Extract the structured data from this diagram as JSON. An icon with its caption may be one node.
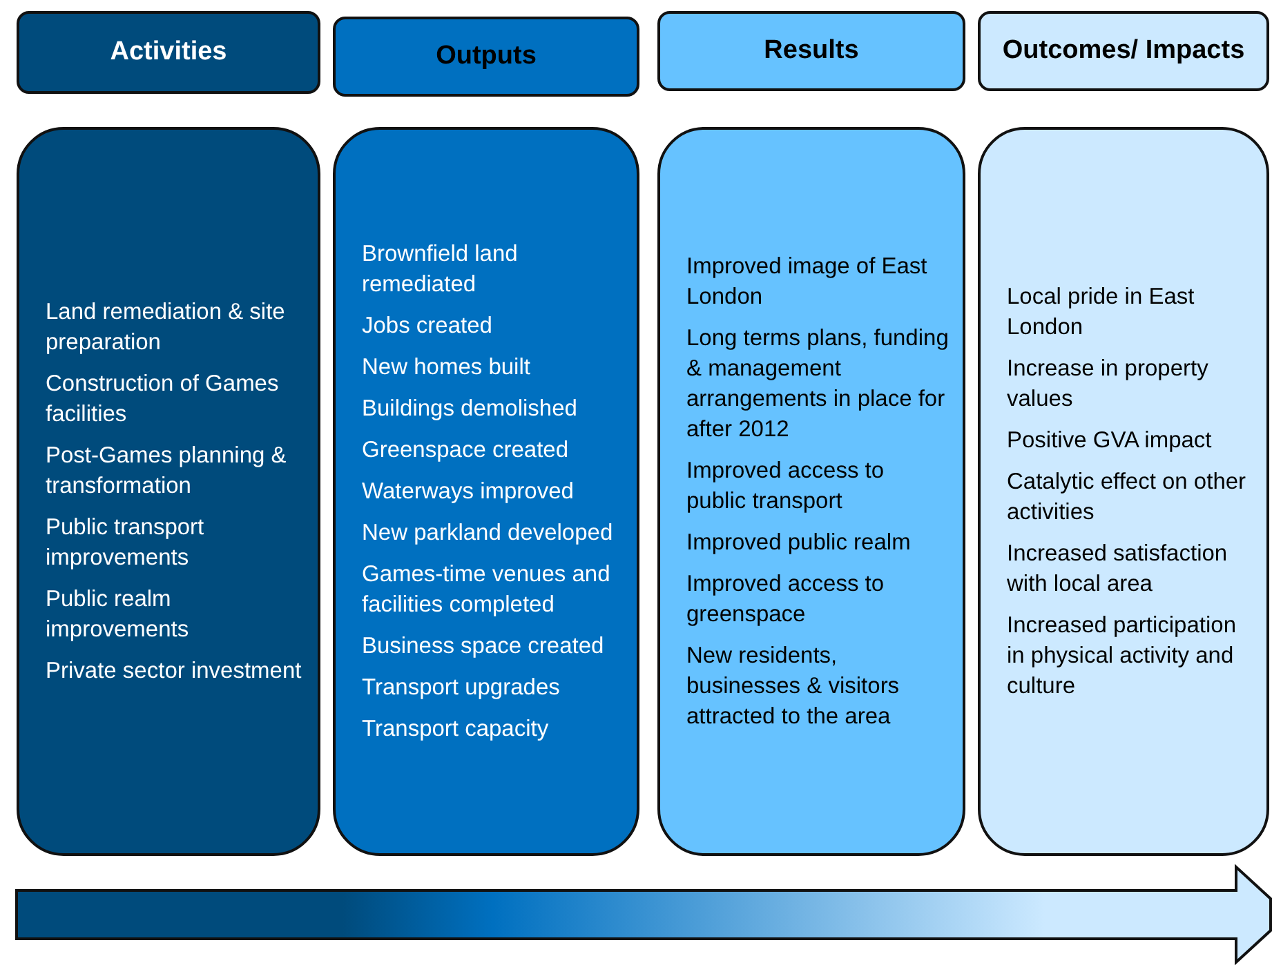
{
  "diagram": {
    "nodes": [
      {
        "text": [
          "Activities"
        ]
      },
      {
        "text": [
          "Outputs"
        ]
      },
      {
        "text": [
          "Results"
        ]
      },
      {
        "text": [
          "Outcomes/ Impacts"
        ]
      },
      {
        "text": [
          "Land remediation & site preparation",
          "Construction of Games facilities",
          "Post-Games planning & transformation",
          "Public transport improvements",
          "Public realm improvements",
          "Private sector investment"
        ]
      },
      {
        "text": [
          "Brownfield land remediated",
          "Jobs created",
          "New homes built",
          "Buildings demolished",
          "Greenspace created",
          "Waterways improved",
          "New parkland developed",
          "Games-time venues and facilities completed",
          "Business space created",
          "Transport upgrades",
          "Transport capacity"
        ]
      },
      {
        "text": [
          "Improved image of East London",
          "Long terms plans, funding & management arrangements in place for after 2012",
          "Improved access to public transport",
          "Improved public realm",
          "Improved access to greenspace",
          "New residents, businesses & visitors attracted to the area"
        ]
      },
      {
        "text": [
          "Local pride in East London",
          "Increase in property values",
          "Positive GVA impact",
          "Catalytic effect on other activities",
          "Increased satisfaction with local area",
          "Increased participation in physical activity and culture"
        ]
      }
    ]
  }
}
